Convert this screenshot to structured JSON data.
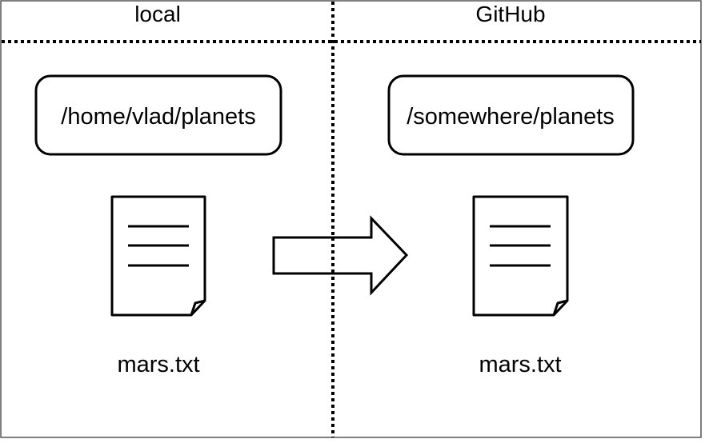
{
  "columns": {
    "left_heading": "local",
    "right_heading": "GitHub"
  },
  "left": {
    "path_label": "/home/vlad/planets",
    "file_name": "mars.txt",
    "file_icon": "document-icon"
  },
  "right": {
    "path_label": "/somewhere/planets",
    "file_name": "mars.txt",
    "file_icon": "document-icon"
  },
  "transfer_arrow_icon": "right-arrow-icon",
  "colors": {
    "stroke": "#000000",
    "background": "#ffffff",
    "frame": "#555555"
  }
}
